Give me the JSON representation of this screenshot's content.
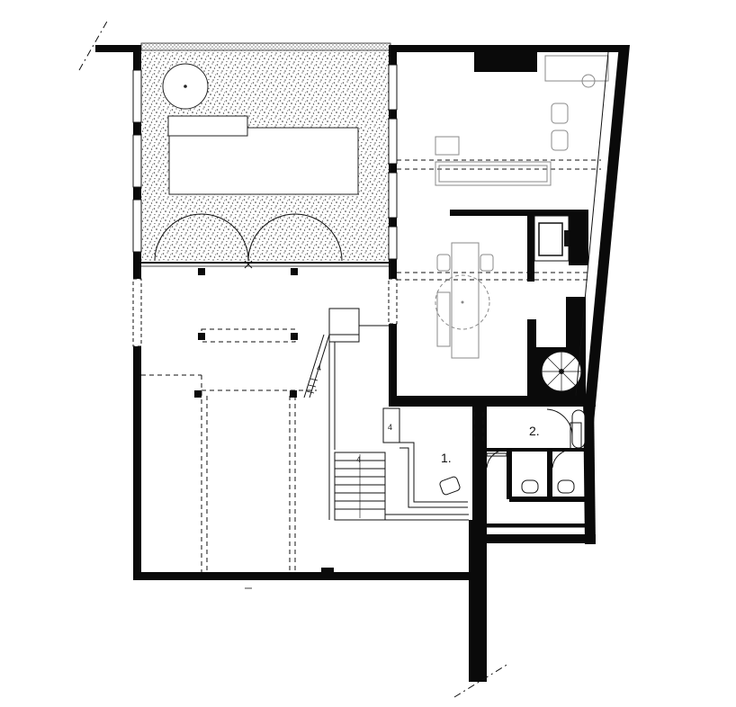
{
  "rooms": [
    {
      "id": "room-1",
      "label": "1."
    },
    {
      "id": "room-2",
      "label": "2."
    }
  ],
  "stair_marks": [
    {
      "id": "stair-main",
      "label": "4"
    },
    {
      "id": "stair-ramp",
      "label": "4"
    },
    {
      "id": "stair-landing",
      "label": "4"
    }
  ],
  "colors": {
    "wall": "#0a0a0a",
    "line": "#111111",
    "furniture": "#888888",
    "hatch": "#555555"
  }
}
